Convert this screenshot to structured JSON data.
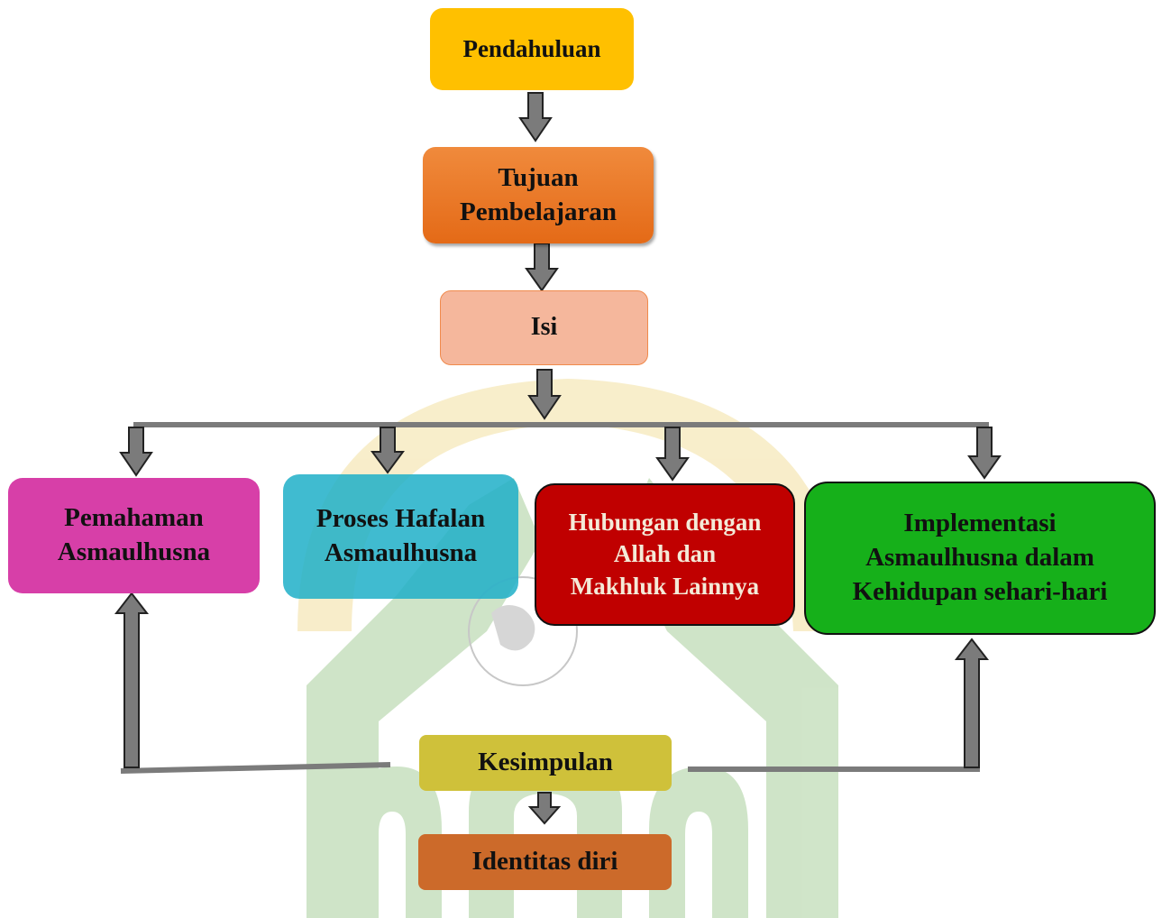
{
  "nodes": {
    "pendahuluan": {
      "line1": "Pendahuluan"
    },
    "tujuan": {
      "line1": "Tujuan",
      "line2": "Pembelajaran"
    },
    "isi": {
      "line1": "Isi"
    },
    "pemahaman": {
      "line1": "Pemahaman",
      "line2": "Asmaulhusna"
    },
    "proses": {
      "line1": "Proses Hafalan",
      "line2": "Asmaulhusna"
    },
    "hubungan": {
      "line1": "Hubungan dengan",
      "line2": "Allah dan",
      "line3": "Makhluk Lainnya"
    },
    "implementasi": {
      "line1": "Implementasi",
      "line2": "Asmaulhusna dalam",
      "line3": "Kehidupan sehari-hari"
    },
    "kesimpulan": {
      "line1": "Kesimpulan"
    },
    "identitas": {
      "line1": "Identitas diri"
    }
  },
  "colors": {
    "pendahuluan": "#ffc000",
    "tujuan": "#e46a17",
    "isi": "#f5b79c",
    "pemahaman": "#d73fa8",
    "proses": "#1eafc8",
    "hubungan": "#c00000",
    "implementasi": "#16b01a",
    "kesimpulan": "#cfc13a",
    "identitas": "#cc6a2a",
    "arrow": "#7b7b7b",
    "watermark_green": "#a9cf9c",
    "watermark_gold": "#f3e0a0"
  },
  "icons": {
    "watermark": "university-logo-watermark"
  }
}
